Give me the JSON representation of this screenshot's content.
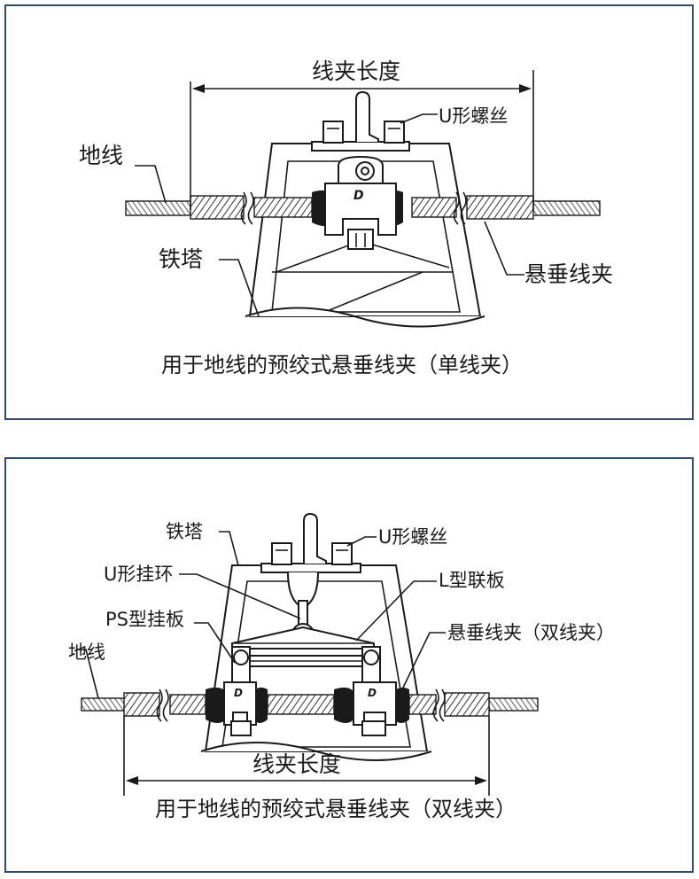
{
  "top": {
    "dimension_label": "线夹长度",
    "label_u_bolt": "U形螺丝",
    "label_ground_wire": "地线",
    "label_tower": "铁塔",
    "label_suspension_clamp": "悬垂线夹",
    "caption": "用于地线的预绞式悬垂线夹（单线夹）",
    "clamp_logo": "D"
  },
  "bottom": {
    "label_tower": "铁塔",
    "label_u_bolt": "U形螺丝",
    "label_u_shackle": "U形挂环",
    "label_l_plate": "L型联板",
    "label_ps_plate": "PS型挂板",
    "label_suspension_clamp": "悬垂线夹（双线夹）",
    "label_ground_wire": "地线",
    "dimension_label": "线夹长度",
    "caption": "用于地线的预绞式悬垂线夹（双线夹）",
    "clamp_logo_left": "D",
    "clamp_logo_right": "D"
  },
  "colors": {
    "frame": "#2f4a7a",
    "ink": "#1a1a1a"
  }
}
